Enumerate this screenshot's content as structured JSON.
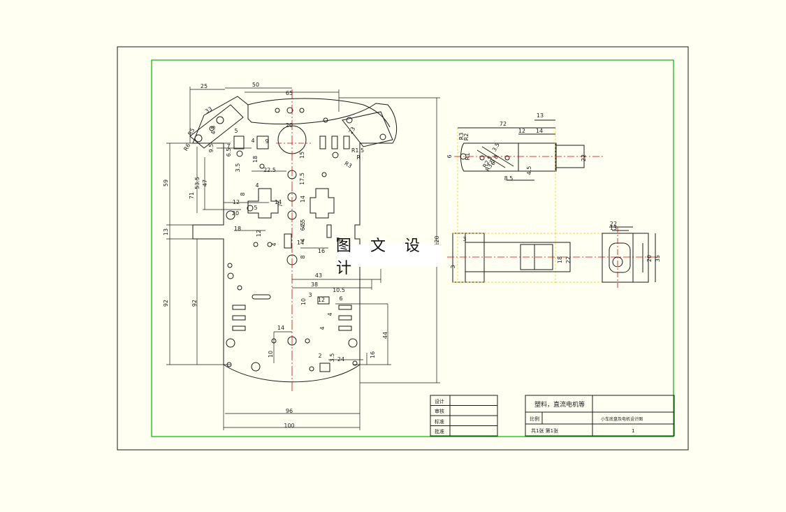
{
  "watermark": "图 文 设 计",
  "plate_dims": {
    "top": [
      "25",
      "50",
      "65",
      "33",
      "20",
      "4.5",
      "5",
      "7",
      "9.5",
      "6.5",
      "4",
      "18",
      "9",
      "3.5",
      "22.5",
      "17.5",
      "15",
      "R3",
      "R1.5",
      "23",
      "R5",
      "R6"
    ],
    "left": [
      "59",
      "53.5",
      "71",
      "47",
      "13",
      "92",
      "92",
      "12",
      "8",
      "18",
      "20",
      "5",
      "4"
    ],
    "middle": [
      "12",
      "14",
      "7",
      "4",
      "14",
      "6.5",
      "4.5",
      "4",
      "14",
      "8",
      "16",
      "9",
      "43",
      "38",
      "10.5",
      "10",
      "3",
      "12",
      "6",
      "4",
      "4",
      "44",
      "14",
      "10",
      "16",
      "2",
      "24",
      "3.5",
      "R"
    ],
    "bottom": [
      "96",
      "100"
    ],
    "right": [
      "120",
      "R"
    ]
  },
  "side_dims": {
    "top_view": [
      "72",
      "13",
      "12",
      "14",
      "R3",
      "R2",
      "R1",
      "6",
      "3.5",
      "8",
      "6",
      "R3.5",
      "R2.5",
      "4.5",
      "22",
      "8.5"
    ],
    "front_view": [
      "3",
      "3",
      "18",
      "22"
    ],
    "end_view": [
      "22",
      "13",
      "20",
      "35"
    ]
  },
  "title_block": {
    "left_rows": [
      "设计",
      "审核",
      "标准",
      "批准"
    ],
    "description": "塑料，直流电机等",
    "part_label": "比例",
    "drawing_name": "小车底盘及电机设计图",
    "sheet_info": "共1张 第1张",
    "sheet_number": "1"
  },
  "colors": {
    "line": "#1a1a1a",
    "frame": "#00b400",
    "center": "#e00000",
    "hidden": "#e6d200",
    "background": "#fffff2"
  }
}
